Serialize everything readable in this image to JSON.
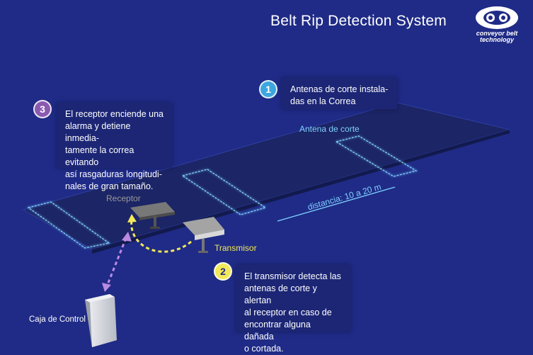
{
  "title": "Belt Rip Detection System",
  "logo": {
    "line1": "conveyor belt",
    "line2": "technology"
  },
  "colors": {
    "background": "#1f2b86",
    "antenna": "#7fd0ff",
    "step1": "#3ea6de",
    "step2": "#f2e85a",
    "step3": "#8a5ab0",
    "arrow_yellow": "#f2e85a",
    "arrow_purple": "#b98ae0"
  },
  "steps": [
    {
      "number": "1",
      "lines": [
        "Antenas de corte  instala-",
        "das  en la Correa"
      ]
    },
    {
      "number": "2",
      "lines": [
        "El transmisor detecta las",
        "antenas de corte y alertan",
        "al receptor en caso de",
        "encontrar alguna dañada",
        "o cortada."
      ]
    },
    {
      "number": "3",
      "lines": [
        "El receptor enciende una",
        "alarma y detiene inmedia-",
        "tamente la correa evitando",
        "así rasgaduras longitudi-",
        "nales de gran tamaño."
      ]
    }
  ],
  "labels": {
    "antenna": "Antena de corte",
    "distance": "distancia: 10 a 20 m",
    "receiver": "Receptor",
    "transmitter": "Transmisor",
    "control_box": "Caja de Control"
  }
}
